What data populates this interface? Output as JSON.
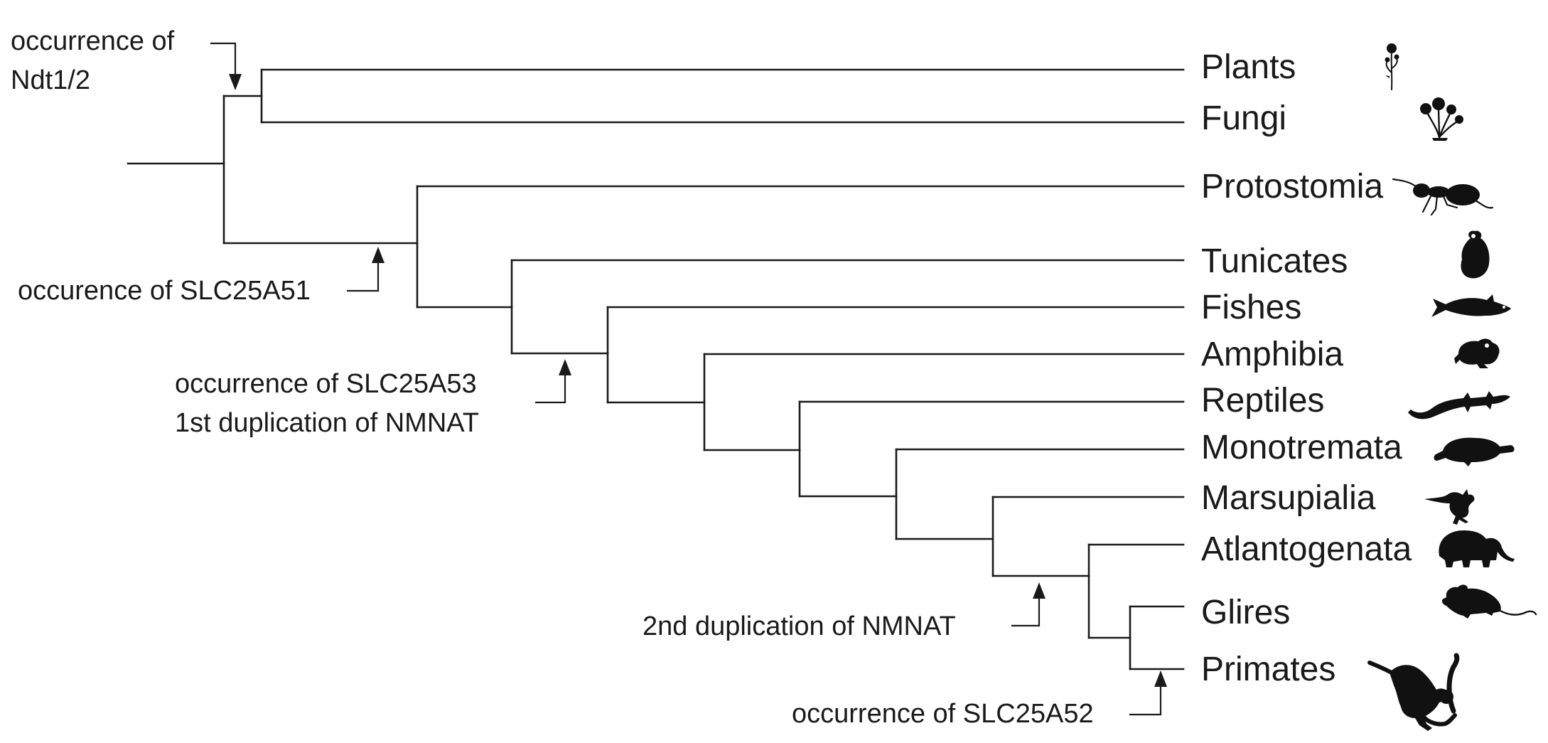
{
  "taxa": [
    {
      "label": "Plants",
      "icon": "flower-icon"
    },
    {
      "label": "Fungi",
      "icon": "mushroom-icon"
    },
    {
      "label": "Protostomia",
      "icon": "ant-icon"
    },
    {
      "label": "Tunicates",
      "icon": "tunicate-icon"
    },
    {
      "label": "Fishes",
      "icon": "fish-icon"
    },
    {
      "label": "Amphibia",
      "icon": "frog-icon"
    },
    {
      "label": "Reptiles",
      "icon": "lizard-icon"
    },
    {
      "label": "Monotremata",
      "icon": "platypus-icon"
    },
    {
      "label": "Marsupialia",
      "icon": "kangaroo-icon"
    },
    {
      "label": "Atlantogenata",
      "icon": "elephant-icon"
    },
    {
      "label": "Glires",
      "icon": "mouse-icon"
    },
    {
      "label": "Primates",
      "icon": "gibbon-icon"
    }
  ],
  "events": {
    "ndt": {
      "line1": "occurrence of",
      "line2": "Ndt1/2"
    },
    "slc25a51": {
      "text": "occurence of SLC25A51"
    },
    "slc25a53": {
      "line1": "occurrence of SLC25A53",
      "line2": "1st duplication of NMNAT"
    },
    "nmnat2": {
      "text": "2nd duplication of NMNAT"
    },
    "slc25a52": {
      "text": "occurrence of SLC25A52"
    }
  }
}
